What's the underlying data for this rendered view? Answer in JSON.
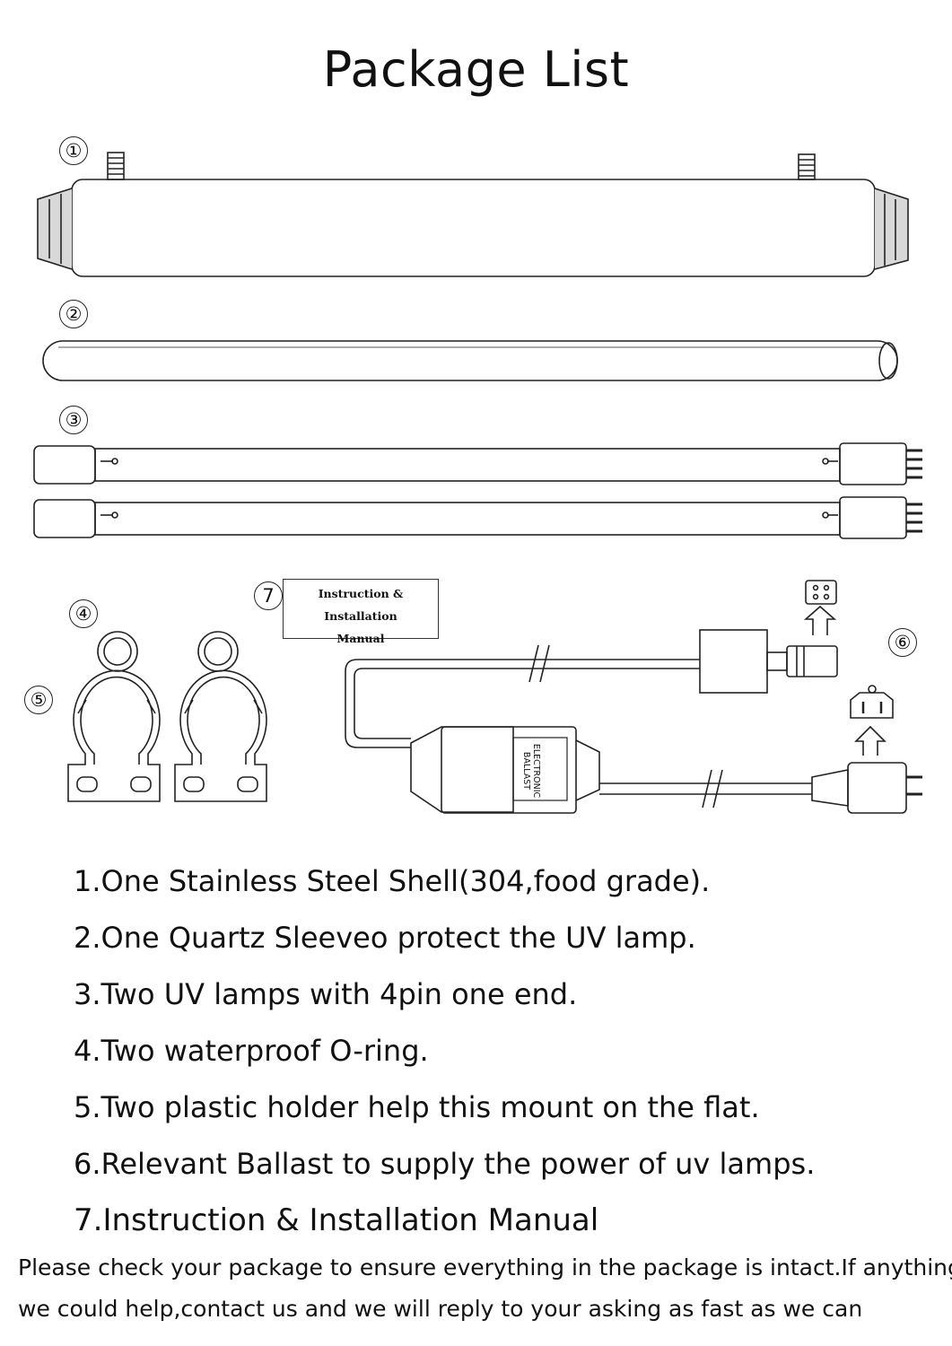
{
  "title": "Package List",
  "callouts": [
    "①",
    "②",
    "③",
    "④",
    "⑤",
    "⑥",
    "7"
  ],
  "manual": {
    "line1": "Instruction & Installation",
    "line2": "Manual"
  },
  "ballast_label": {
    "line1": "ELECTRONIC",
    "line2": "BALLAST"
  },
  "list": [
    "1.One Stainless Steel Shell(304,food grade).",
    "2.One Quartz Sleeveo protect the UV lamp.",
    "3.Two UV lamps with 4pin one end.",
    "4.Two waterproof O-ring.",
    "5.Two plastic holder help this mount on the flat.",
    "6.Relevant Ballast to supply the power of uv lamps.",
    "7.Instruction & Installation Manual"
  ],
  "note": [
    "Please check your package to ensure everything in the package is intact.If anything",
    "we could help,contact us and we will reply to your asking as fast as we can"
  ],
  "colors": {
    "line": "#222222",
    "background": "#ffffff"
  }
}
